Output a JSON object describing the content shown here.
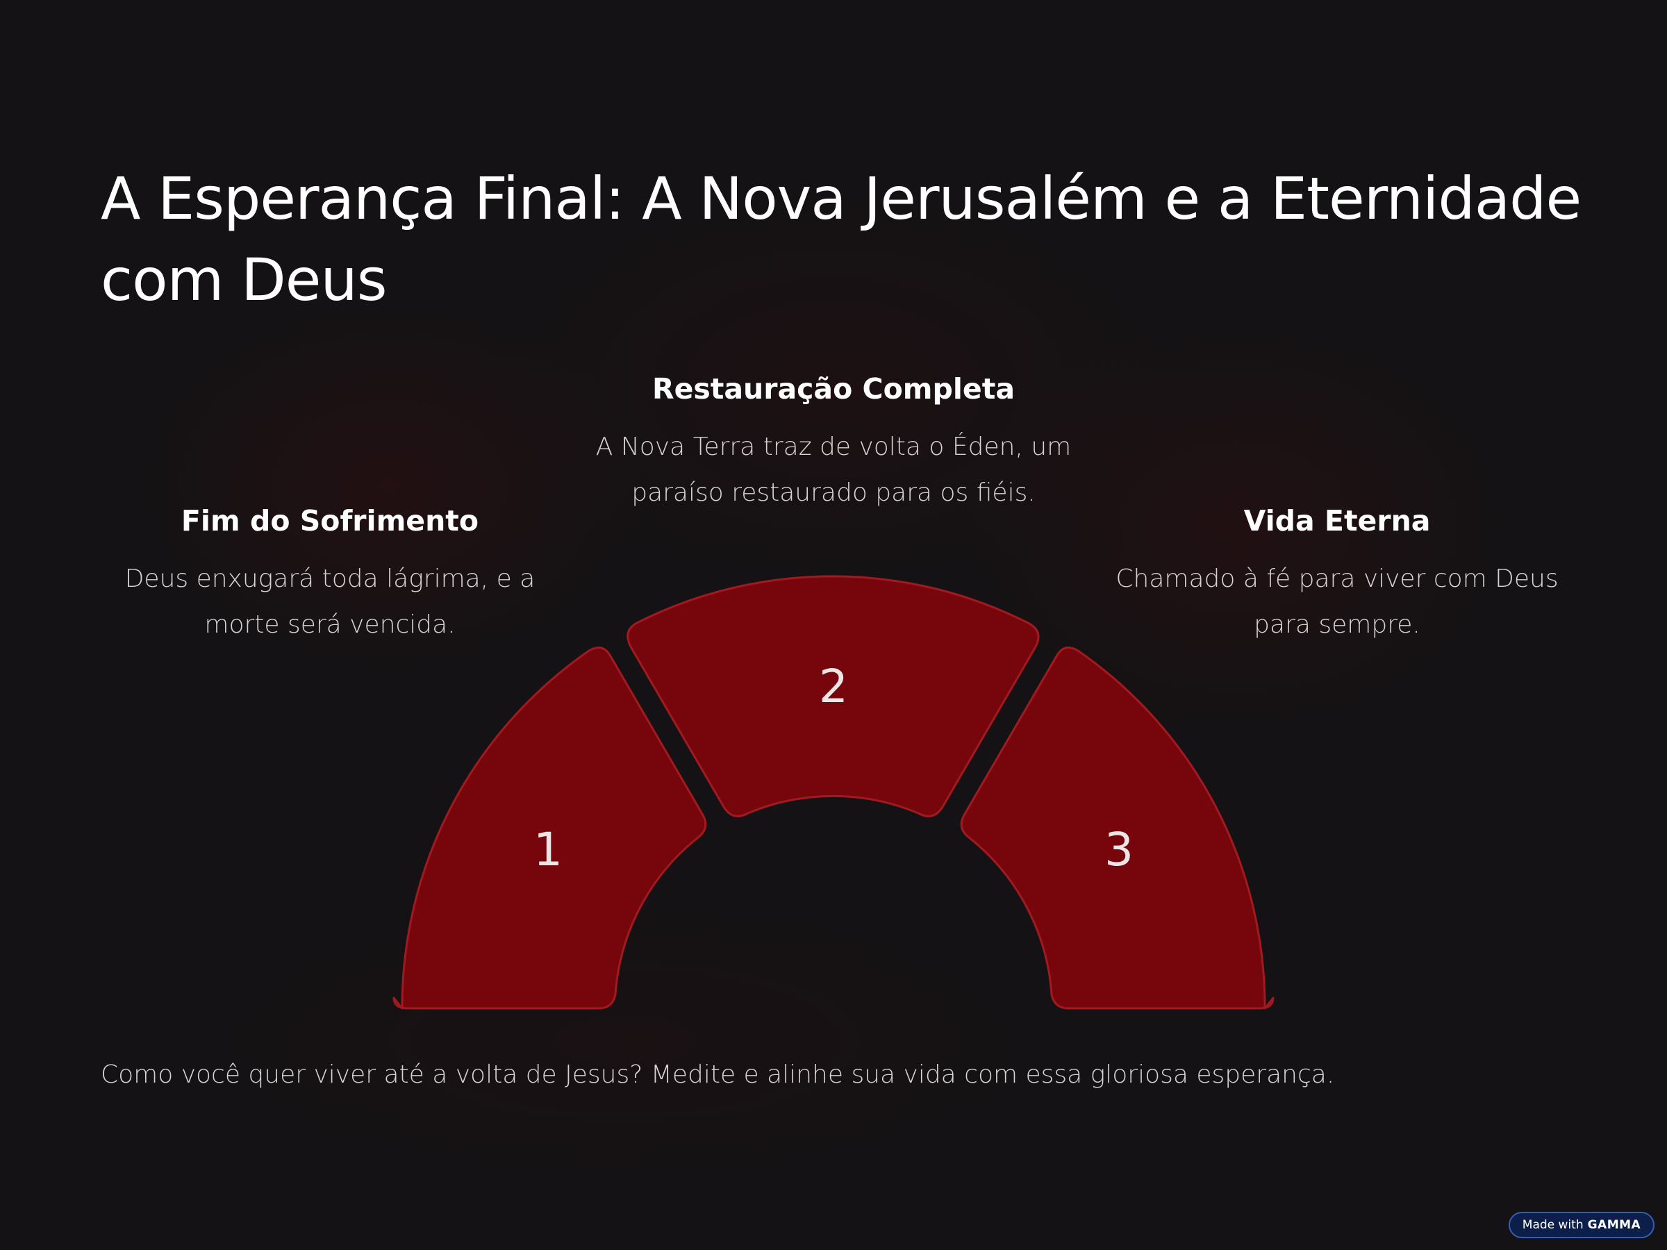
{
  "title": "A Esperança Final: A Nova Jerusalém e a Eternidade com Deus",
  "items": [
    {
      "number": "1",
      "heading": "Fim do Sofrimento",
      "description": "Deus enxugará toda lágrima, e a morte será vencida."
    },
    {
      "number": "2",
      "heading": "Restauração Completa",
      "description": "A Nova Terra traz de volta o Éden, um paraíso restaurado para os fiéis."
    },
    {
      "number": "3",
      "heading": "Vida Eterna",
      "description": "Chamado à fé para viver com Deus para sempre."
    }
  ],
  "closing_text": "Como você quer viver até a volta de Jesus? Medite e alinhe sua vida com essa gloriosa esperança.",
  "badge": {
    "prefix": "Made with",
    "brand": "GAMMA"
  },
  "colors": {
    "background": "#141214",
    "segment_fill": "#76060b",
    "segment_stroke": "#a11a20",
    "heading_text": "#ffffff",
    "body_text": "#d7d3d5",
    "badge_background": "#0b1f4a"
  }
}
